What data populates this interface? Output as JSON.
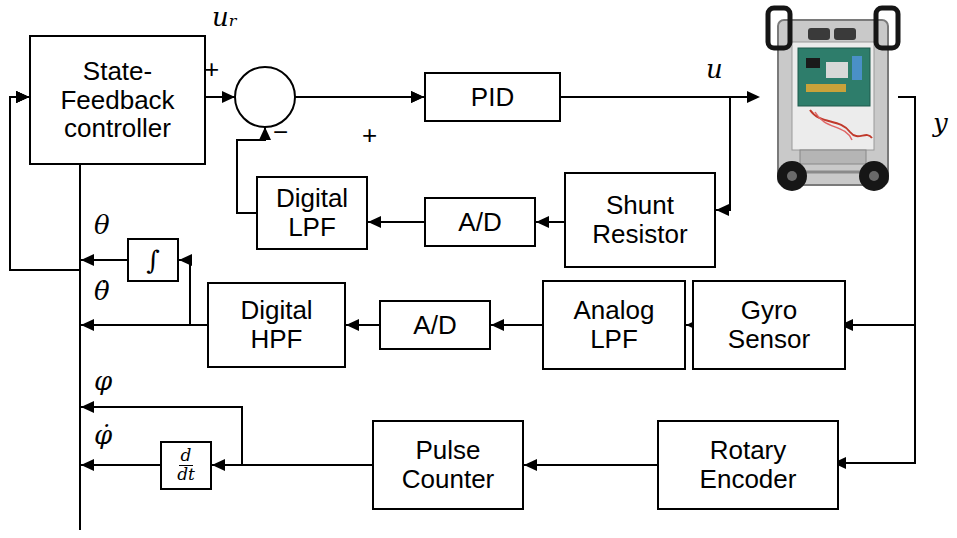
{
  "diagram": {
    "nodes": [
      {
        "text": [
          "State- Feedback controller"
        ]
      },
      {
        "text": [
          "PID"
        ]
      },
      {
        "text": [
          "Digital LPF"
        ]
      },
      {
        "text": [
          "A/D"
        ]
      },
      {
        "text": [
          "Shunt Resistor"
        ]
      },
      {
        "text": [
          "Digital HPF"
        ]
      },
      {
        "text": [
          "A/D"
        ]
      },
      {
        "text": [
          "Analog LPF"
        ]
      },
      {
        "text": [
          "Gyro Sensor"
        ]
      },
      {
        "text": [
          "Pulse Counter"
        ]
      },
      {
        "text": [
          "Rotary Encoder"
        ]
      },
      {
        "text": [
          "∫"
        ]
      },
      {
        "text": [
          "d",
          "dt"
        ]
      }
    ],
    "edges": [
      {
        "from": 0,
        "to": 1,
        "arrow": "to"
      },
      {
        "from": 2,
        "to": 1,
        "arrow": "to"
      },
      {
        "from": 3,
        "to": 2,
        "arrow": "to"
      },
      {
        "from": 4,
        "to": 3,
        "arrow": "to"
      },
      {
        "from": 1,
        "to": 4,
        "arrow": "to"
      },
      {
        "from": 8,
        "to": 7,
        "arrow": "to"
      },
      {
        "from": 7,
        "to": 6,
        "arrow": "to"
      },
      {
        "from": 6,
        "to": 5,
        "arrow": "to"
      },
      {
        "from": 5,
        "to": 11,
        "arrow": "to"
      },
      {
        "from": 5,
        "to": 0,
        "arrow": "to"
      },
      {
        "from": 11,
        "to": 0,
        "arrow": "to"
      },
      {
        "from": 9,
        "to": 0,
        "arrow": "to"
      },
      {
        "from": 9,
        "to": 12,
        "arrow": "to"
      },
      {
        "from": 12,
        "to": 0,
        "arrow": "to"
      },
      {
        "from": 10,
        "to": 9,
        "arrow": "to"
      }
    ],
    "labels": [
      "uᵣ",
      "+",
      "−",
      "+",
      "u",
      "y",
      "θ",
      "θ̇",
      "φ",
      "φ̇"
    ]
  }
}
